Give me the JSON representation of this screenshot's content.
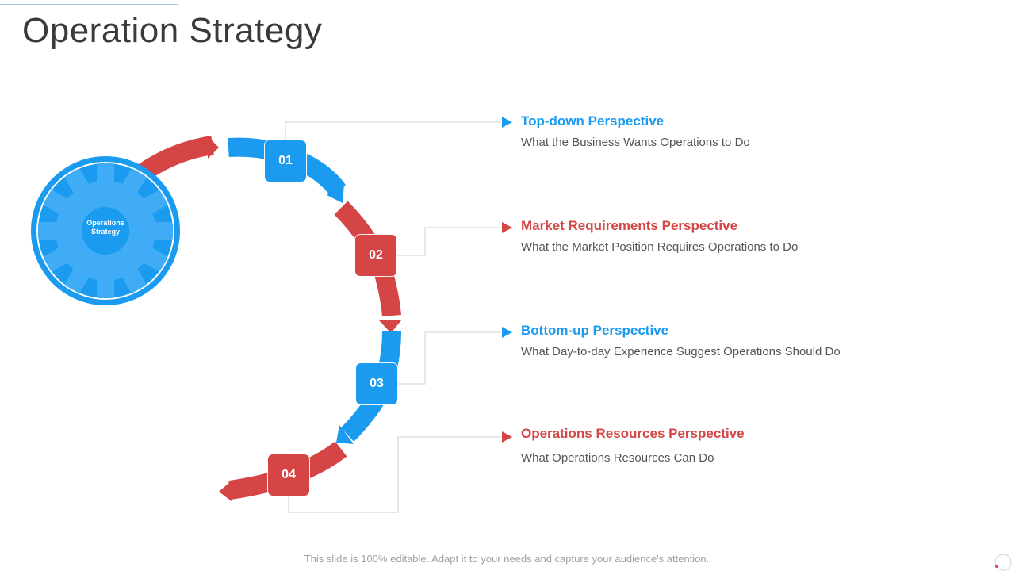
{
  "page": {
    "title": "Operation Strategy",
    "footer": "This slide is 100% editable. Adapt it to your needs and capture your audience's attention."
  },
  "colors": {
    "blue": "#1a9bf0",
    "red": "#d64545",
    "connector": "#cfcfcf"
  },
  "center": {
    "label": "Operations Strategy",
    "icon": "gear-icon"
  },
  "steps": [
    {
      "number": "01",
      "title": "Top-down Perspective",
      "description": "What the Business Wants Operations to Do",
      "color": "blue"
    },
    {
      "number": "02",
      "title": "Market Requirements Perspective",
      "description": "What the Market Position Requires Operations to Do",
      "color": "red"
    },
    {
      "number": "03",
      "title": "Bottom-up Perspective",
      "description": "What Day-to-day Experience Suggest Operations Should Do",
      "color": "blue"
    },
    {
      "number": "04",
      "title": "Operations Resources Perspective",
      "description": "What Operations Resources Can Do",
      "color": "red"
    }
  ]
}
